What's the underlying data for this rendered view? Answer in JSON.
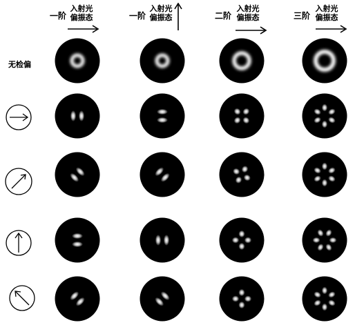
{
  "columns": [
    {
      "order": "一阶",
      "polarization": [
        "入射光",
        "偏振态"
      ],
      "pol_direction": "horizontal"
    },
    {
      "order": "一阶",
      "polarization": [
        "入射光",
        "偏振态"
      ],
      "pol_direction": "vertical"
    },
    {
      "order": "二阶",
      "polarization": [
        "入射光",
        "偏振态"
      ],
      "pol_direction": "horizontal"
    },
    {
      "order": "三阶",
      "polarization": [
        "入射光",
        "偏振态"
      ],
      "pol_direction": "horizontal"
    }
  ],
  "rows": [
    {
      "label": "无检偏",
      "analyzer": "none"
    },
    {
      "label": "",
      "analyzer": "horizontal",
      "icon": "arrow-right-circle-icon"
    },
    {
      "label": "",
      "analyzer": "diagonal-45",
      "icon": "arrow-upright-circle-icon"
    },
    {
      "label": "",
      "analyzer": "vertical",
      "icon": "arrow-up-circle-icon"
    },
    {
      "label": "",
      "analyzer": "diagonal-135",
      "icon": "arrow-upleft-circle-icon"
    }
  ],
  "colors": {
    "background": "#ffffff",
    "disk": "#000000",
    "beam": "#ffffff"
  }
}
